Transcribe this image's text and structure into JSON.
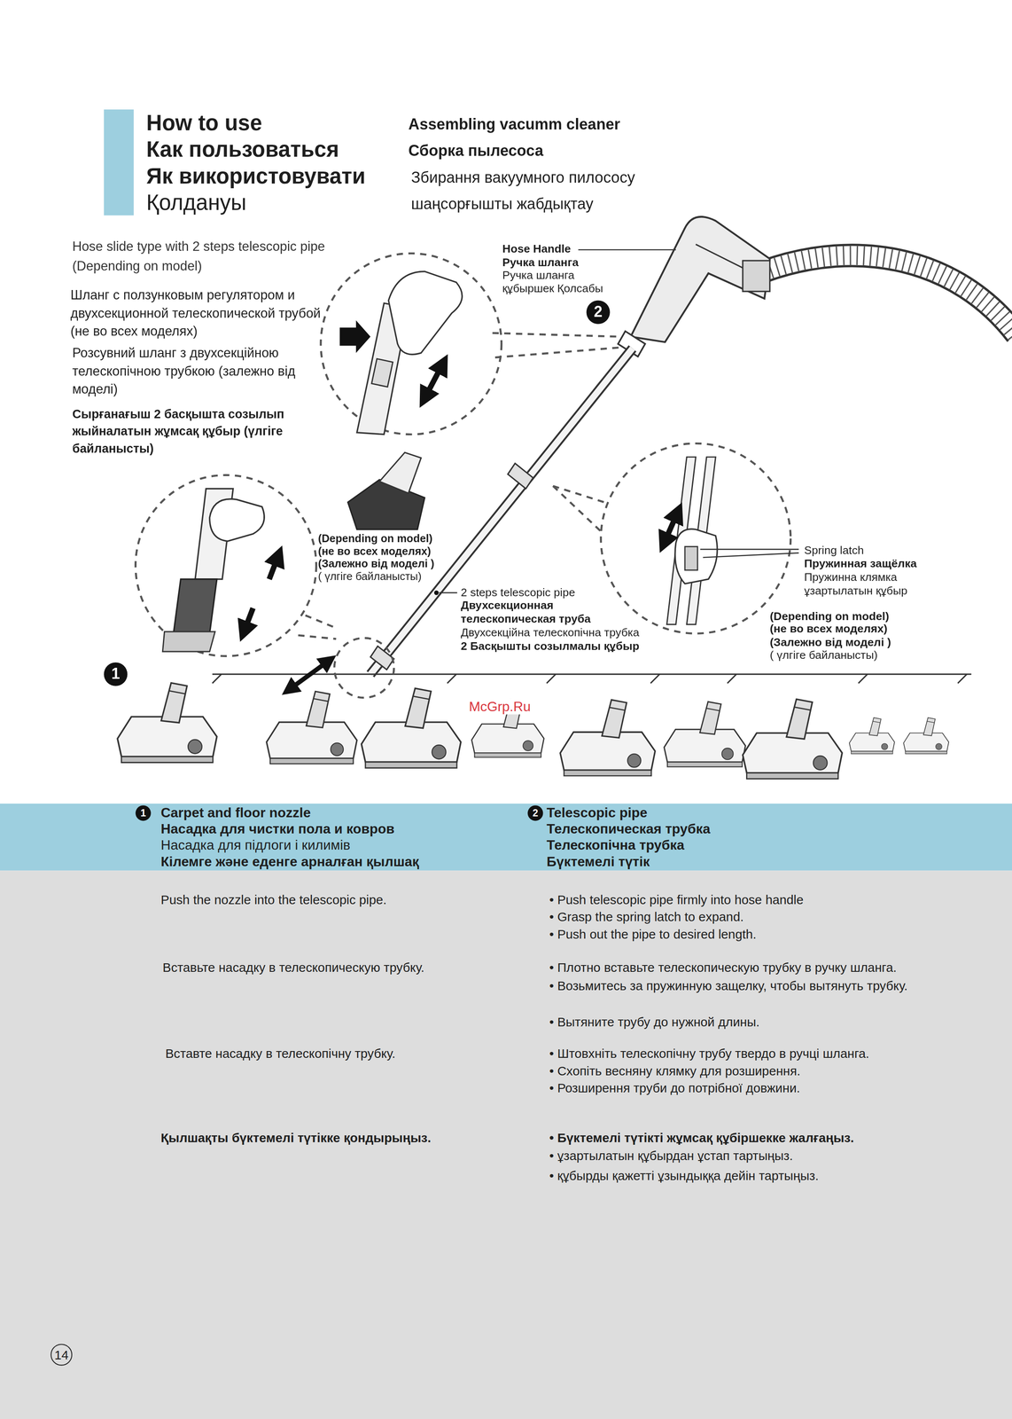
{
  "diagram": {
    "title": "How to use",
    "nodes": [
      {
        "text": [
          "Carpet and floor nozzle",
          "Насадка для чистки пола и ковров",
          "Насадка для підлоги і килимів",
          "Кілемге және еденге арналған қылшақ",
          "Telescopic pipe",
          "Телескопическая трубка",
          "Телескопічна трубка",
          "Бүктемелі түтік"
        ]
      },
      {
        "text": [
          "Push the nozzle into the telescopic pipe.",
          "Вставьте насадку в телескопическую трубку.",
          "Вставте насадку в телескопічну трубку.",
          "Қылшақты бүктемелі түтікке қондырыңыз.",
          "• Push telescopic pipe firmly into hose handle",
          "• Grasp the spring latch to expand.",
          "• Push out the pipe to desired length.",
          "• Плотно вставьте телескопическую трубку в ручку шланга.",
          "• Возьмитесь за пружинную защелку, чтобы вытянуть трубку.",
          "• Вытяните трубу до нужной длины.",
          "• Штовхніть телескопічну трубу твердо в ручці шланга.",
          "• Схопіть весняну клямку для розширення.",
          "• Розширення труби до потрібної довжини.",
          "• Бүктемелі түтікті жұмсақ құбіршекке жалғаңыз.",
          "• ұзартылатын құбырдан ұстап тартыңыз.",
          "• құбырды қажетті ұзындыққа дейін тартыңыз."
        ]
      }
    ],
    "labels": [
      "Как пользоваться",
      "Як використовувати",
      "Қолдануы",
      "Assembling vacumm cleaner",
      "Сборка пылесоса",
      "Збирання вакуумного пилососу",
      "шаңсорғышты жабдықтау",
      "Hose slide type with 2 steps telescopic pipe",
      "(Depending on model)",
      "Шланг с ползунковым регулятором и двухсекционной телескопической трубой (не во всех моделях)",
      "Розсувний шланг з двухсекційною телескопічною трубкою (залежно від моделі)",
      "Сырғанағыш 2 басқышта созылып жыйналатын жұмсақ құбыр (үлгіге байланысты)",
      "2",
      "Hose Handle",
      "Ручка шланга",
      "Ручка шланга",
      "құбыршек Қолсабы",
      "(Depending on model)",
      "(не во всех моделях)",
      "(Залежно від моделі )",
      "( үлгіге байланысты)",
      "1",
      "2 steps telescopic pipe",
      "Двухсекционная телескопическая труба",
      "Двухсекційна телескопічна трубка",
      "2 Басқышты созылмалы құбыр",
      "Spring latch",
      "Пружинная защёлка",
      "Пружинна клямка",
      "ұзартылатын құбыр",
      "(Depending on model)",
      "(не во всех моделях)",
      "(Залежно від моделі )",
      "( үлгіге байланысты)",
      "McGrp.Ru",
      "1",
      "2",
      "14"
    ]
  }
}
